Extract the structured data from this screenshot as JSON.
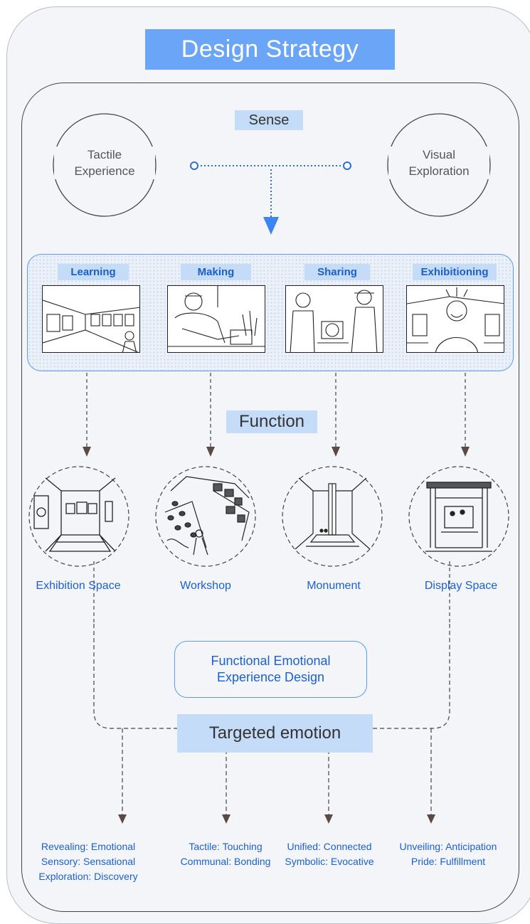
{
  "title": "Design Strategy",
  "sense": {
    "label": "Sense",
    "left_circle": {
      "line1": "Tactile",
      "line2": "Experience"
    },
    "right_circle": {
      "line1": "Visual",
      "line2": "Exploration"
    }
  },
  "activities": [
    {
      "label": "Learning"
    },
    {
      "label": "Making"
    },
    {
      "label": "Sharing"
    },
    {
      "label": "Exhibitioning"
    }
  ],
  "function_label": "Function",
  "spaces": [
    {
      "label": "Exhibition Space"
    },
    {
      "label": "Workshop"
    },
    {
      "label": "Monument"
    },
    {
      "label": "Display Space"
    }
  ],
  "functional_emotional": {
    "line1": "Functional Emotional",
    "line2": "Experience Design"
  },
  "targeted_label": "Targeted emotion",
  "emotions": [
    {
      "lines": [
        "Revealing: Emotional",
        "Sensory: Sensational",
        "Exploration: Discovery"
      ]
    },
    {
      "lines": [
        "Tactile: Touching",
        "Communal: Bonding"
      ]
    },
    {
      "lines": [
        "Unified: Connected",
        "Symbolic: Evocative"
      ]
    },
    {
      "lines": [
        "Unveiling: Anticipation",
        "Pride: Fulfillment"
      ]
    }
  ],
  "colors": {
    "accent": "#6aa5f8",
    "label_bg": "#c4dcf7",
    "text_blue": "#1c60d0"
  }
}
